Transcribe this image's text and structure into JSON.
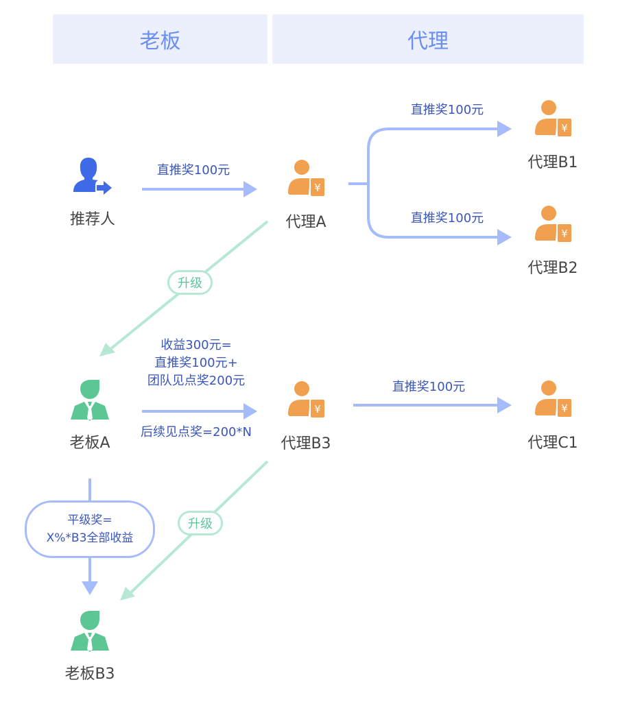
{
  "headers": {
    "boss": "老板",
    "agent": "代理"
  },
  "colors": {
    "header_bg": "#ebf0fc",
    "header_text": "#6b8ef2",
    "flow_blue": "#a6bbfa",
    "upgrade_green": "#b7e8d4",
    "agent_orange": "#f0a04e",
    "boss_green": "#5cc794",
    "referrer_blue": "#3f6ae8"
  },
  "nodes": {
    "referrer": {
      "label": "推荐人",
      "icon": "user-arrow-icon"
    },
    "agent_a": {
      "label": "代理A",
      "icon": "agent-yuan-icon"
    },
    "agent_b1": {
      "label": "代理B1",
      "icon": "agent-yuan-icon"
    },
    "agent_b2": {
      "label": "代理B2",
      "icon": "agent-yuan-icon"
    },
    "boss_a": {
      "label": "老板A",
      "icon": "boss-tie-icon"
    },
    "agent_b3": {
      "label": "代理B3",
      "icon": "agent-yuan-icon"
    },
    "agent_c1": {
      "label": "代理C1",
      "icon": "agent-yuan-icon"
    },
    "boss_b3": {
      "label": "老板B3",
      "icon": "boss-tie-icon"
    }
  },
  "edges": {
    "referrer_to_a": "直推奖100元",
    "a_to_b1": "直推奖100元",
    "a_to_b2": "直推奖100元",
    "a_upgrade": "升级",
    "bossa_to_b3": [
      "收益300元=",
      "直推奖100元+",
      "团队见点奖200元"
    ],
    "bossa_to_b3_below": "后续见点奖=200*N",
    "b3_to_c1": "直推奖100元",
    "b3_upgrade": "升级",
    "peer_reward": [
      "平级奖=",
      "X%*B3全部收益"
    ]
  }
}
